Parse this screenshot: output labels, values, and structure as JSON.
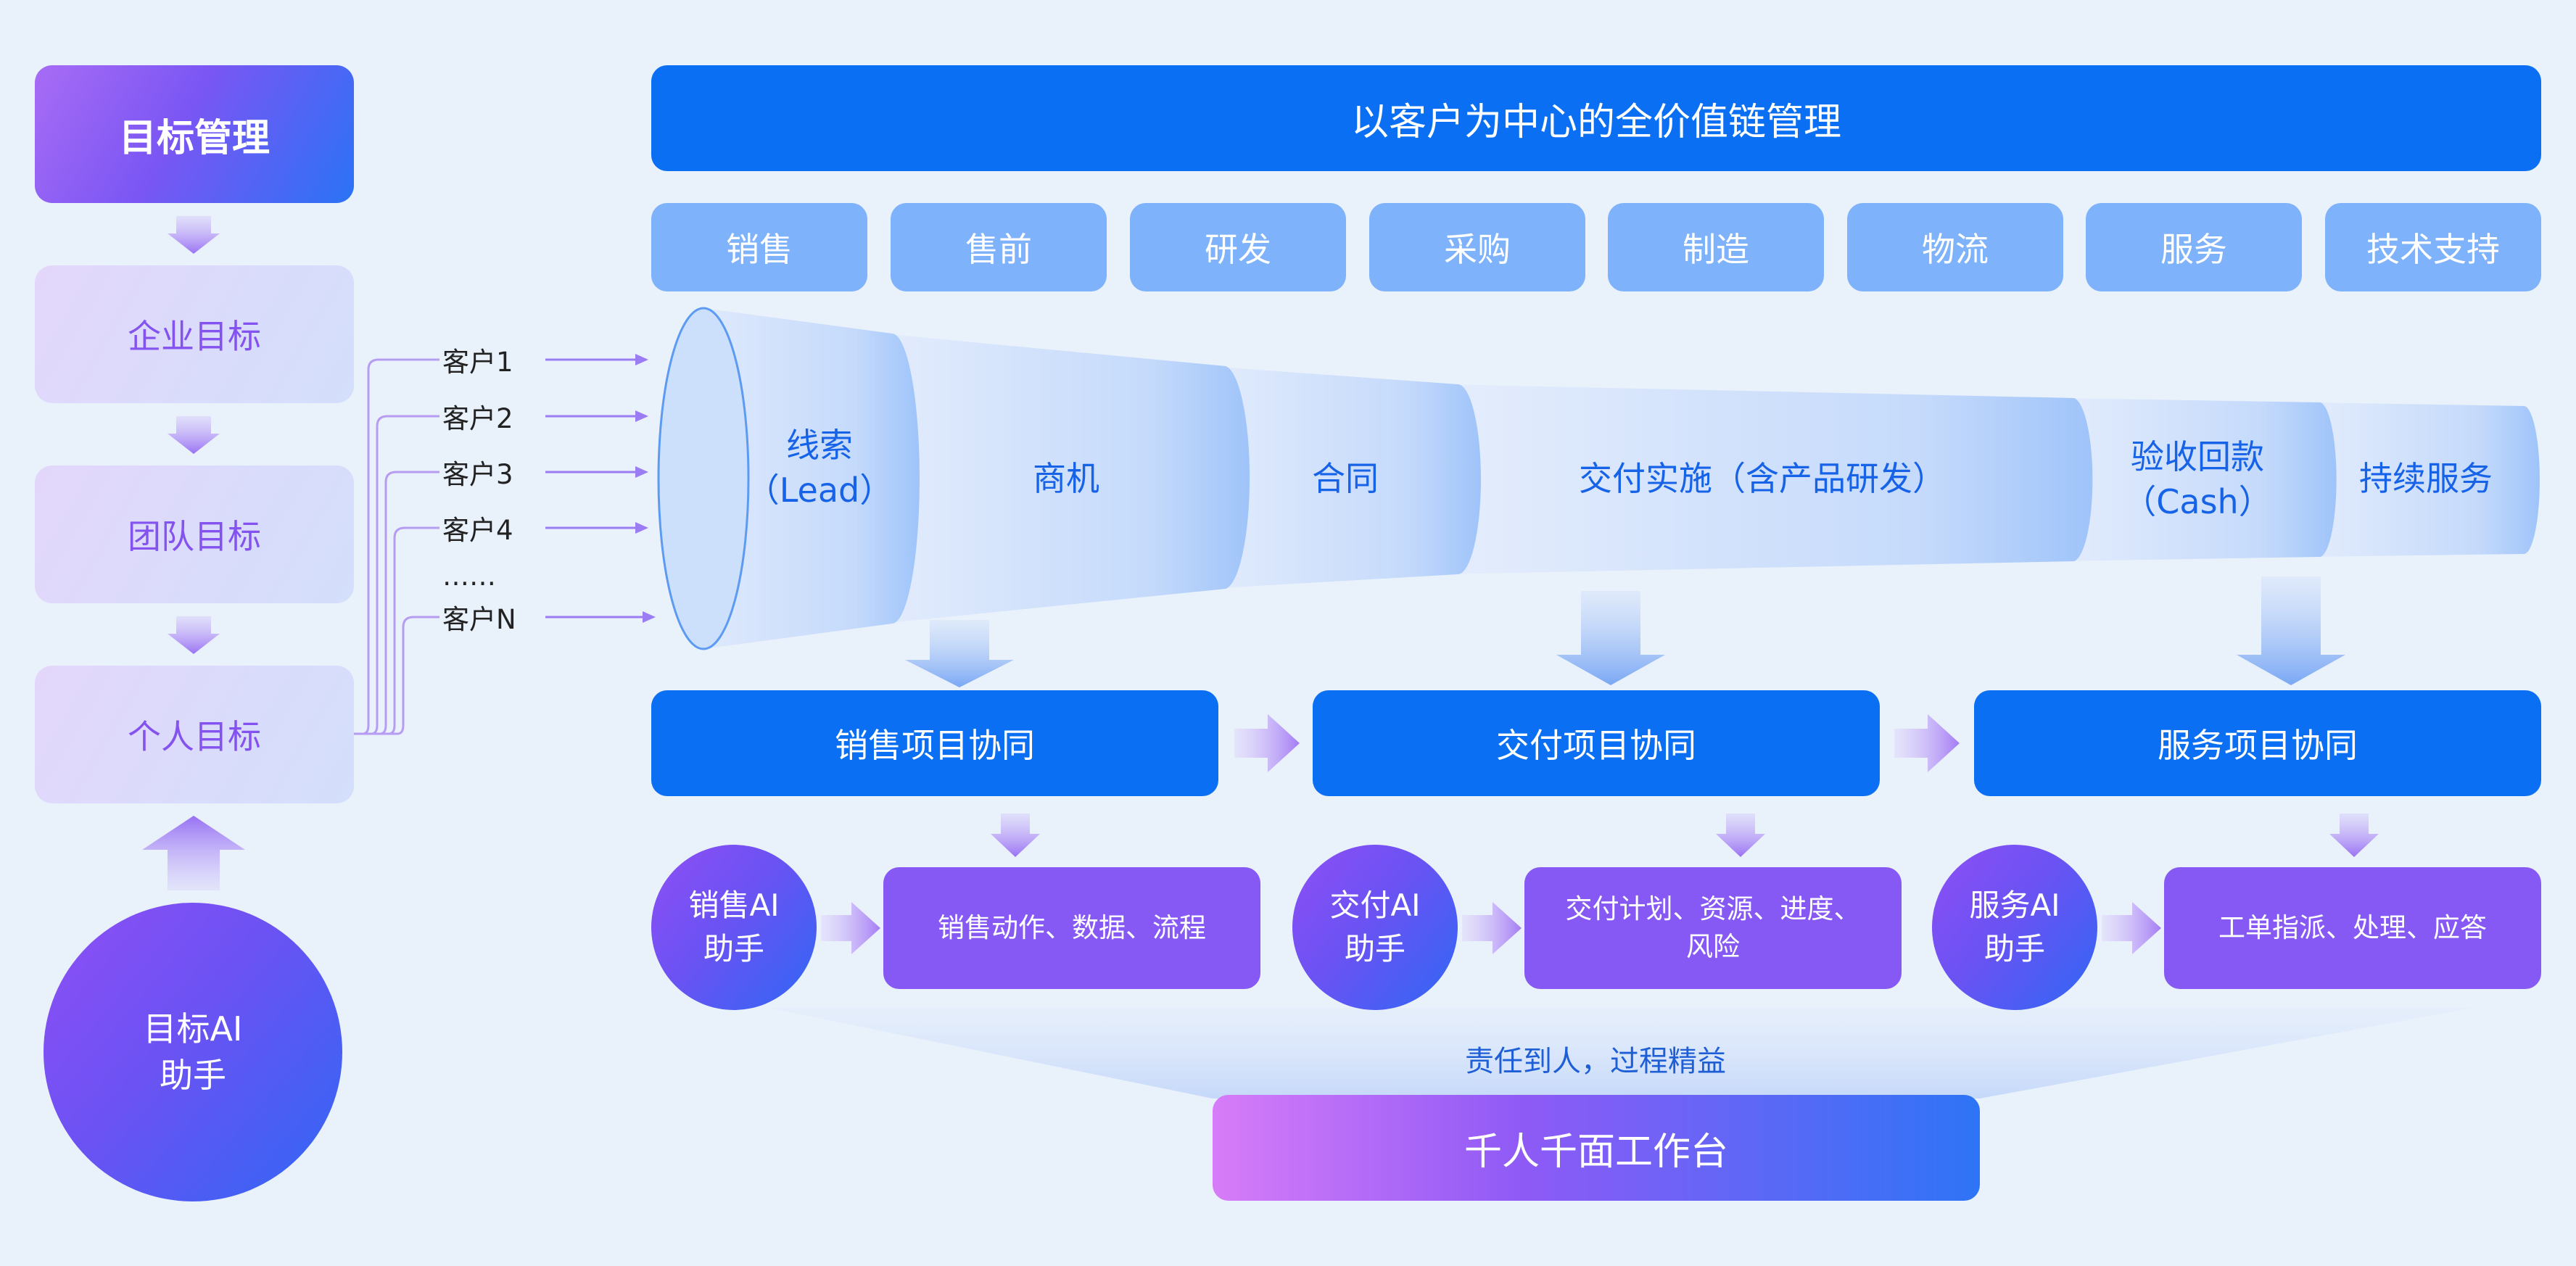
{
  "left": {
    "title": "目标管理",
    "goals": [
      "企业目标",
      "团队目标",
      "个人目标"
    ],
    "assistant": "目标AI\n助手"
  },
  "customers": [
    "客户1",
    "客户2",
    "客户3",
    "客户4",
    "……",
    "客户N"
  ],
  "header": "以客户为中心的全价值链管理",
  "departments": [
    "销售",
    "售前",
    "研发",
    "采购",
    "制造",
    "物流",
    "服务",
    "技术支持"
  ],
  "funnel": {
    "stages": [
      "线索\n（Lead）",
      "商机",
      "合同",
      "交付实施（含产品研发）",
      "验收回款\n（Cash）",
      "持续服务"
    ]
  },
  "collaboration": [
    "销售项目协同",
    "交付项目协同",
    "服务项目协同"
  ],
  "assistants": [
    "销售AI\n助手",
    "交付AI\n助手",
    "服务AI\n助手"
  ],
  "tasks": [
    "销售动作、数据、流程",
    "交付计划、资源、进度、\n风险",
    "工单指派、处理、应答"
  ],
  "responsibility": "责任到人，过程精益",
  "workbench": "千人千面工作台",
  "colors": {
    "primary_blue": "#0a6ff2",
    "light_blue": "#7eb2fa",
    "purple": "#8759f4",
    "goal_text": "#8452ee"
  }
}
